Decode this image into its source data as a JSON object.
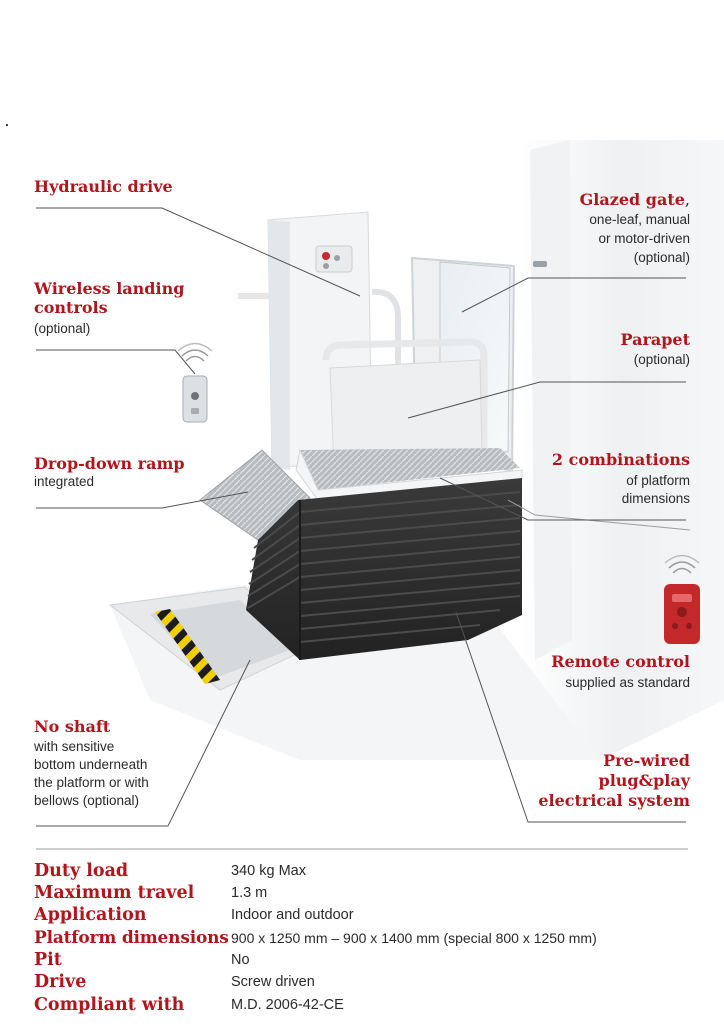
{
  "callouts": {
    "hydraulic_drive": {
      "title": "Hydraulic drive"
    },
    "wireless_landing": {
      "title_line1": "Wireless landing",
      "title_line2": "controls",
      "sub": "(optional)"
    },
    "drop_down_ramp": {
      "title": "Drop-down ramp",
      "sub": "integrated"
    },
    "no_shaft": {
      "title": "No shaft",
      "sub_line1": "with sensitive",
      "sub_line2": "bottom underneath",
      "sub_line3": "the platform or with",
      "sub_line4": "bellows (optional)"
    },
    "glazed_gate": {
      "title": "Glazed gate",
      "title_suffix": ",",
      "sub_line1": "one-leaf, manual",
      "sub_line2": "or motor-driven",
      "sub_line3": "(optional)"
    },
    "parapet": {
      "title": "Parapet",
      "sub": "(optional)"
    },
    "combinations": {
      "title": "2 combinations",
      "sub_line1": "of platform",
      "sub_line2": "dimensions"
    },
    "remote_control": {
      "title": "Remote control",
      "sub": "supplied as standard"
    },
    "pre_wired": {
      "title_line1": "Pre-wired",
      "title_line2": "plug&play",
      "title_line3": "electrical system"
    }
  },
  "specs": [
    {
      "key": "Duty load",
      "value": "340 kg Max"
    },
    {
      "key": "Maximum travel",
      "value": "1.3 m"
    },
    {
      "key": "Application",
      "value": "Indoor and outdoor"
    },
    {
      "key": "Platform dimensions",
      "value": "900 x 1250 mm – 900 x 1400 mm (special 800 x 1250 mm)"
    },
    {
      "key": "Pit",
      "value": "No"
    },
    {
      "key": "Drive",
      "value": "Screw driven"
    },
    {
      "key": "Compliant with",
      "value": "M.D. 2006-42-CE"
    }
  ],
  "colors": {
    "accent": "#b0161c",
    "text": "#2a2a2a",
    "lines": "#555555",
    "bellows": "#2b2b2b"
  },
  "icons": [
    "lift-platform-illustration",
    "wireless-landing-remote-icon",
    "red-remote-control-icon",
    "signal-waves-icon"
  ]
}
